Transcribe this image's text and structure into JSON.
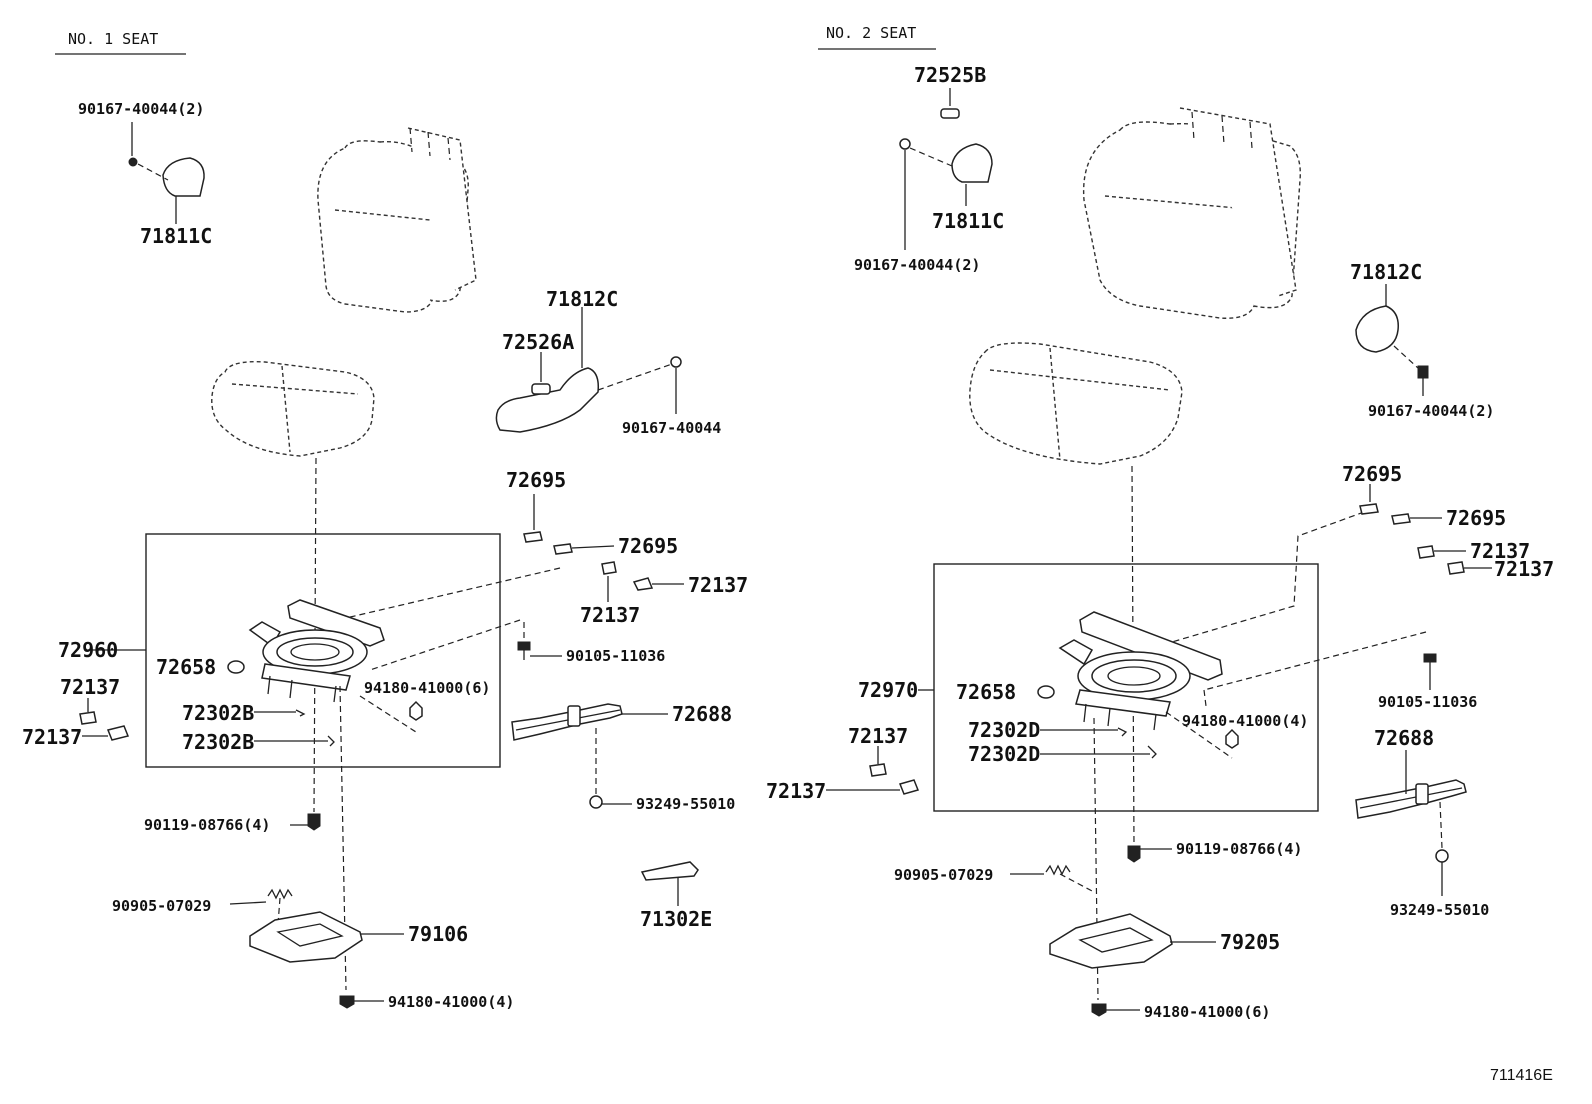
{
  "headers": {
    "seat1": "NO. 1  SEAT",
    "seat2": "NO. 2  SEAT"
  },
  "figure_code": "711416E",
  "seat1_labels": {
    "p90167_40044_2": "90167-40044(2)",
    "p71811c": "71811C",
    "p71812c": "71812C",
    "p72526a": "72526A",
    "p90167_40044": "90167-40044",
    "p72695_a": "72695",
    "p72695_b": "72695",
    "p72137_a": "72137",
    "p72137_b": "72137",
    "p72137_c": "72137",
    "p72137_d": "72137",
    "p72960": "72960",
    "p72658": "72658",
    "p90105_11036": "90105-11036",
    "p94180_41000_6": "94180-41000(6)",
    "p72302b_a": "72302B",
    "p72302b_b": "72302B",
    "p72688": "72688",
    "p93249_55010": "93249-55010",
    "p90119_08766_4": "90119-08766(4)",
    "p71302e": "71302E",
    "p90905_07029": "90905-07029",
    "p79106": "79106",
    "p94180_41000_4": "94180-41000(4)"
  },
  "seat2_labels": {
    "p72525b": "72525B",
    "p71811c": "71811C",
    "p90167_40044_2a": "90167-40044(2)",
    "p71812c": "71812C",
    "p90167_40044_2b": "90167-40044(2)",
    "p72695_a": "72695",
    "p72695_b": "72695",
    "p72137_a": "72137",
    "p72137_b": "72137",
    "p72137_c": "72137",
    "p72137_d": "72137",
    "p72970": "72970",
    "p72658": "72658",
    "p90105_11036": "90105-11036",
    "p94180_41000_4": "94180-41000(4)",
    "p72302d_a": "72302D",
    "p72302d_b": "72302D",
    "p72688": "72688",
    "p93249_55010": "93249-55010",
    "p90119_08766_4": "90119-08766(4)",
    "p90905_07029": "90905-07029",
    "p79205": "79205",
    "p94180_41000_6": "94180-41000(6)"
  }
}
